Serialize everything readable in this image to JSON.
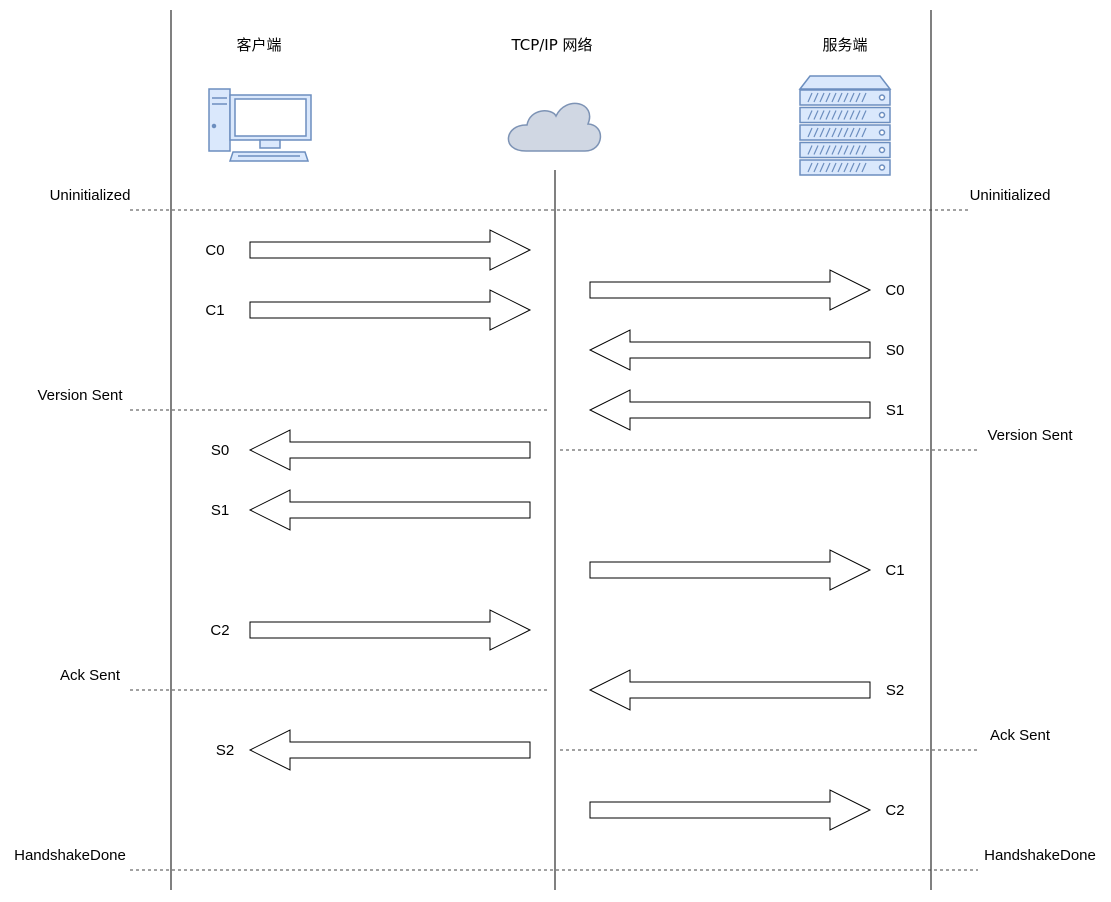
{
  "headers": {
    "client": "客户端",
    "network": "TCP/IP 网络",
    "server": "服务端"
  },
  "icons": {
    "client": "desktop-computer-icon",
    "network": "cloud-icon",
    "server": "server-rack-icon"
  },
  "colors": {
    "icon_fill": "#dae8fc",
    "icon_stroke": "#6c8ebf",
    "cloud_fill": "#d0d7e3",
    "cloud_stroke": "#7d93b5"
  },
  "states": {
    "client": [
      "Uninitialized",
      "Version Sent",
      "Ack Sent",
      "HandshakeDone"
    ],
    "server": [
      "Uninitialized",
      "Version Sent",
      "Ack Sent",
      "HandshakeDone"
    ]
  },
  "messages": {
    "client": [
      {
        "label": "C0",
        "direction": "right"
      },
      {
        "label": "C1",
        "direction": "right"
      },
      {
        "label": "S0",
        "direction": "left"
      },
      {
        "label": "S1",
        "direction": "left"
      },
      {
        "label": "C2",
        "direction": "right"
      },
      {
        "label": "S2",
        "direction": "left"
      }
    ],
    "server": [
      {
        "label": "C0",
        "direction": "right"
      },
      {
        "label": "S0",
        "direction": "left"
      },
      {
        "label": "S1",
        "direction": "left"
      },
      {
        "label": "C1",
        "direction": "right"
      },
      {
        "label": "S2",
        "direction": "left"
      },
      {
        "label": "C2",
        "direction": "right"
      }
    ]
  }
}
